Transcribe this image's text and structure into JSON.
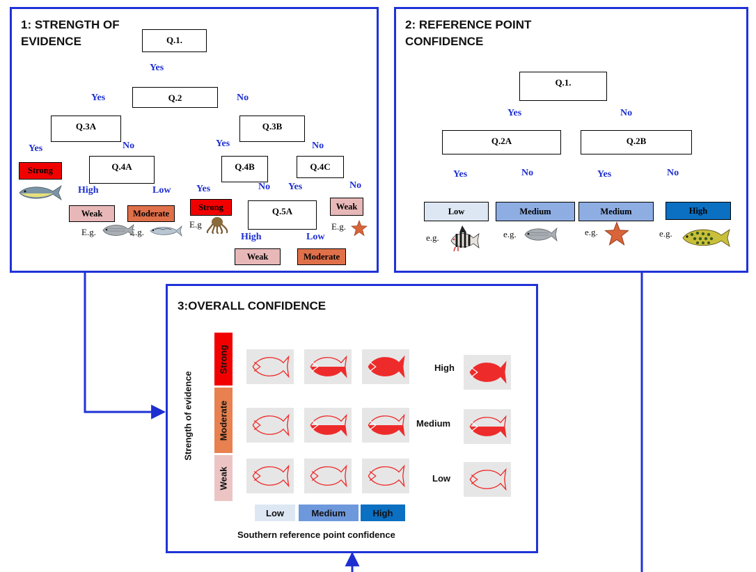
{
  "panel1": {
    "title": "1: STRENGTH OF\nEVIDENCE",
    "nodes": {
      "q1": "Q.1.",
      "q2": "Q.2",
      "q3a": "Q.3A",
      "q3b": "Q.3B",
      "q4a": "Q.4A",
      "q4b": "Q.4B",
      "q4c": "Q.4C",
      "q5a": "Q.5A"
    },
    "labels": {
      "yes_q1": "Yes",
      "yes_q2": "Yes",
      "no_q2": "No",
      "yes_q3a": "Yes",
      "no_q3a": "No",
      "yes_q3b": "Yes",
      "no_q3b": "No",
      "high_q4a": "High",
      "low_q4a": "Low",
      "yes_q4b": "Yes",
      "no_q4b": "No",
      "yes_q4c": "Yes",
      "no_q4c": "No",
      "high_q5a": "High",
      "low_q5a": "Low"
    },
    "results": {
      "strong1": "Strong",
      "weak1": "Weak",
      "moderate1": "Moderate",
      "strong2": "Strong",
      "weak2": "Weak",
      "weak3": "Weak",
      "moderate2": "Moderate"
    },
    "eg": {
      "e1": "E.g.",
      "e2": "E.g.",
      "e3": "E.g",
      "e4": "E.g."
    },
    "icons": [
      "tuna-icon",
      "bass-icon",
      "mackerel-icon",
      "octopus-icon",
      "seastar-icon"
    ]
  },
  "panel2": {
    "title": "2: REFERENCE POINT\nCONFIDENCE",
    "nodes": {
      "q1": "Q.1.",
      "q2a": "Q.2A",
      "q2b": "Q.2B"
    },
    "labels": {
      "yes_q1": "Yes",
      "no_q1": "No",
      "yes_q2a": "Yes",
      "no_q2a": "No",
      "yes_q2b": "Yes",
      "no_q2b": "No"
    },
    "results": {
      "low": "Low",
      "medium1": "Medium",
      "medium2": "Medium",
      "high": "High"
    },
    "eg": {
      "e1": "e.g.",
      "e2": "e.g.",
      "e3": "e.g.",
      "e4": "e.g."
    },
    "icons": [
      "striped-fish-icon",
      "bass-icon",
      "seastar-icon",
      "spotted-fish-icon"
    ]
  },
  "panel3": {
    "title": "3:OVERALL CONFIDENCE",
    "y_axis_title": "Strength of evidence",
    "x_axis_title": "Southern reference point confidence",
    "rows": [
      "Strong",
      "Moderate",
      "Weak"
    ],
    "cols": [
      "Low",
      "Medium",
      "High"
    ],
    "row_results": [
      "High",
      "Medium",
      "Low"
    ],
    "fills": [
      [
        0,
        0.5,
        1
      ],
      [
        0,
        0.5,
        0.5
      ],
      [
        0,
        0,
        0
      ]
    ],
    "result_fills": [
      1,
      0.5,
      0
    ]
  },
  "colors": {
    "panel_border": "#1f33d6",
    "link_blue": "#1d2fd0",
    "strong": "#f20000",
    "moderate": "#e0704a",
    "weak": "#e8b8b8",
    "ref_low": "#dde7f4",
    "ref_medium": "#8eaee3",
    "ref_high": "#0b6fc2",
    "fish": "#ee2b2b",
    "axis": "#4f81bd"
  }
}
